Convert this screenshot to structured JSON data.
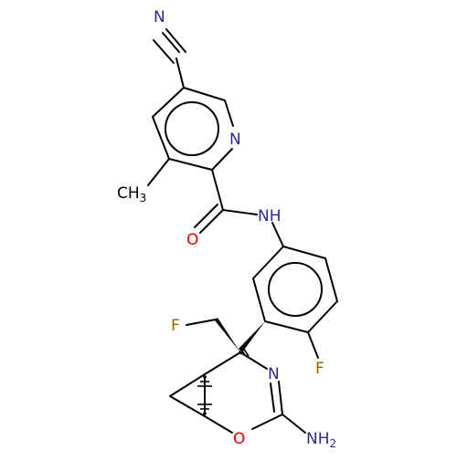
{
  "molecule": {
    "atom_labels": {
      "nitrile_n": "N",
      "pyridine_n": "N",
      "methyl_c": "CH",
      "methyl_sub": "3",
      "carbonyl_o": "O",
      "amide_nh": "NH",
      "fluoro_aryl": "F",
      "fluoromethyl_f": "F",
      "oxazine_n": "N",
      "oxazine_o": "O",
      "amine_n": "NH",
      "amine_sub": "2"
    },
    "colors": {
      "carbon": "#000000",
      "nitrogen": "#2b2b8c",
      "oxygen": "#e00000",
      "fluorine": "#8b6a00"
    }
  }
}
